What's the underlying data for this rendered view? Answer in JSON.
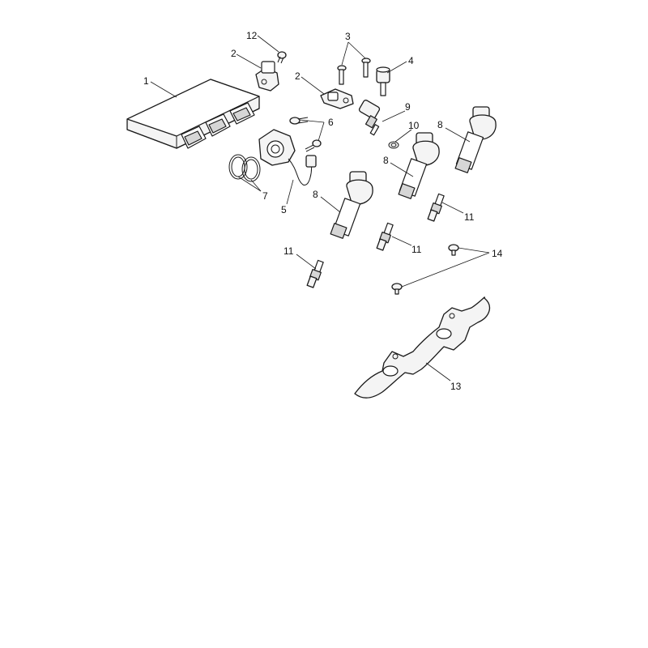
{
  "diagram": {
    "background": "#ffffff",
    "line_color": "#1a1a1a",
    "callouts": [
      {
        "id": "c1",
        "text": "1"
      },
      {
        "id": "c2a",
        "text": "2"
      },
      {
        "id": "c2b",
        "text": "2"
      },
      {
        "id": "c3",
        "text": "3"
      },
      {
        "id": "c4",
        "text": "4"
      },
      {
        "id": "c5",
        "text": "5"
      },
      {
        "id": "c6",
        "text": "6"
      },
      {
        "id": "c7",
        "text": "7"
      },
      {
        "id": "c8a",
        "text": "8"
      },
      {
        "id": "c8b",
        "text": "8"
      },
      {
        "id": "c8c",
        "text": "8"
      },
      {
        "id": "c9",
        "text": "9"
      },
      {
        "id": "c10",
        "text": "10"
      },
      {
        "id": "c11a",
        "text": "11"
      },
      {
        "id": "c11b",
        "text": "11"
      },
      {
        "id": "c11c",
        "text": "11"
      },
      {
        "id": "c12",
        "text": "12"
      },
      {
        "id": "c13",
        "text": "13"
      },
      {
        "id": "c14",
        "text": "14"
      }
    ]
  }
}
